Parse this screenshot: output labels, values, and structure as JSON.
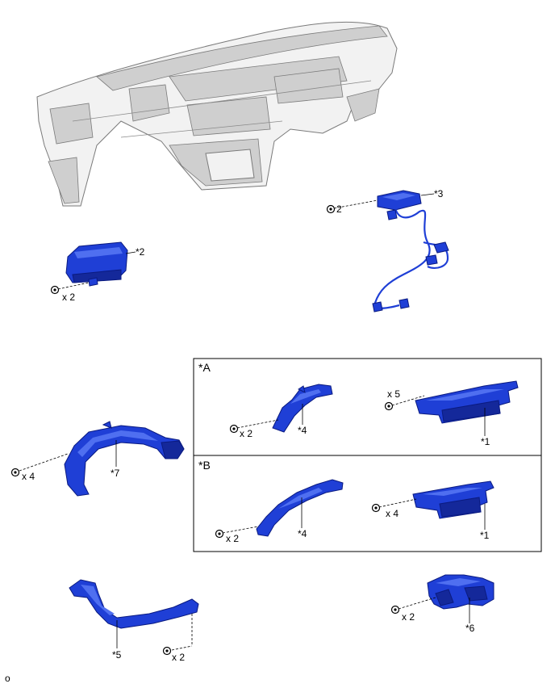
{
  "labels": {
    "p1_a": "*1",
    "p1_b": "*1",
    "p2": "*2",
    "p3": "*3",
    "p4_a": "*4",
    "p4_b": "*4",
    "p5": "*5",
    "p6": "*6",
    "p7": "*7",
    "group_a": "*A",
    "group_b": "*B"
  },
  "quantities": {
    "q_p3": "2",
    "q_p2": "x 2",
    "q_a4": "x 2",
    "q_a1": "x 5",
    "q_p7": "x 4",
    "q_b4": "x 2",
    "q_b1": "x 4",
    "q_p5": "x 2",
    "q_p6": "x 2"
  },
  "footer": {
    "code": "o"
  },
  "colors": {
    "part": "#1f3fd6",
    "dashboard": "#f2f2f2",
    "outline": "#000000"
  },
  "icons": {
    "fastener": "bolt-icon"
  }
}
